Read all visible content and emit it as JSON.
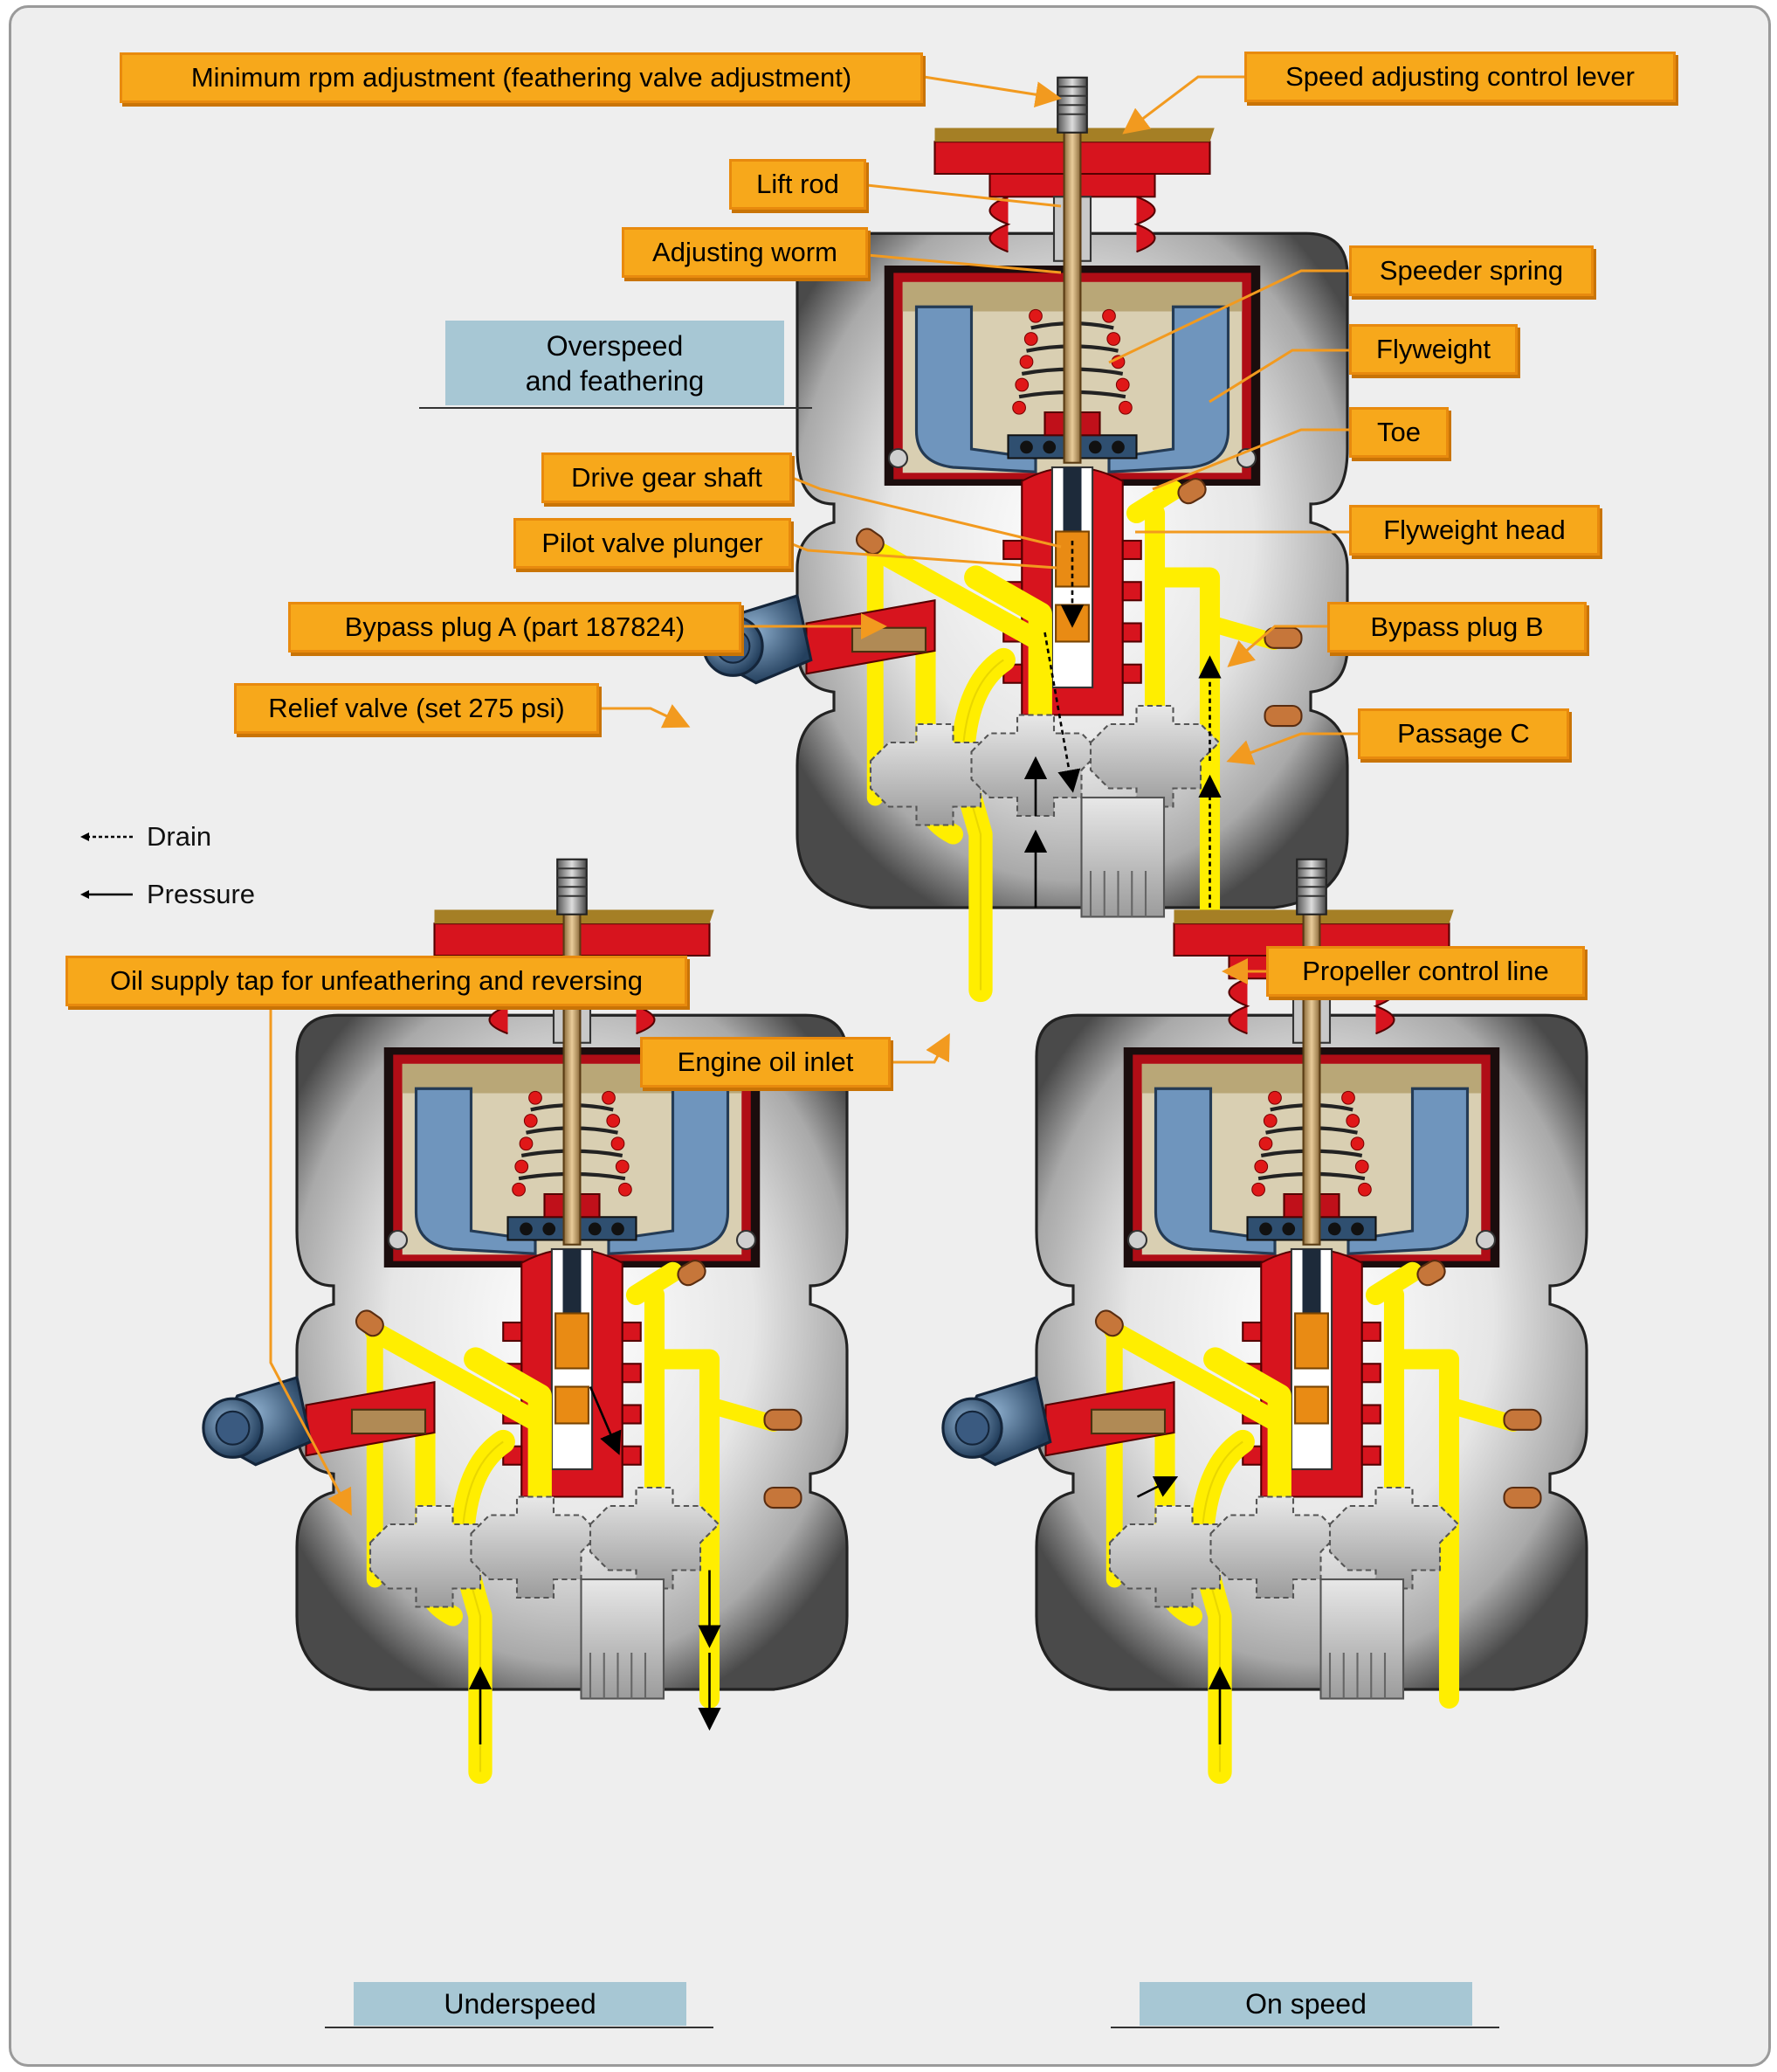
{
  "callouts": {
    "min_rpm": "Minimum rpm adjustment (feathering valve adjustment)",
    "speed_lever": "Speed adjusting control lever",
    "lift_rod": "Lift rod",
    "adjusting_worm": "Adjusting worm",
    "speeder_spring": "Speeder spring",
    "flyweight": "Flyweight",
    "toe": "Toe",
    "drive_gear_shaft": "Drive gear shaft",
    "pilot_valve_plunger": "Pilot valve plunger",
    "flyweight_head": "Flyweight head",
    "bypass_plug_a": "Bypass plug A (part 187824)",
    "bypass_plug_b": "Bypass plug B",
    "relief_valve": "Relief valve (set 275 psi)",
    "passage_c": "Passage C",
    "propeller_control_line": "Propeller control line",
    "oil_supply_tap": "Oil supply tap for unfeathering and reversing",
    "engine_oil_inlet": "Engine oil inlet"
  },
  "states": {
    "top": "Overspeed\nand feathering",
    "left": "Underspeed",
    "right": "On speed"
  },
  "legend": {
    "drain": "Drain",
    "pressure": "Pressure"
  },
  "colors": {
    "callout_fill": "#f7a81b",
    "oil": "#ffee00",
    "housing_red": "#d7141e",
    "flyweight_blue": "#6f95bd",
    "state_label": "#a7c7d4"
  }
}
